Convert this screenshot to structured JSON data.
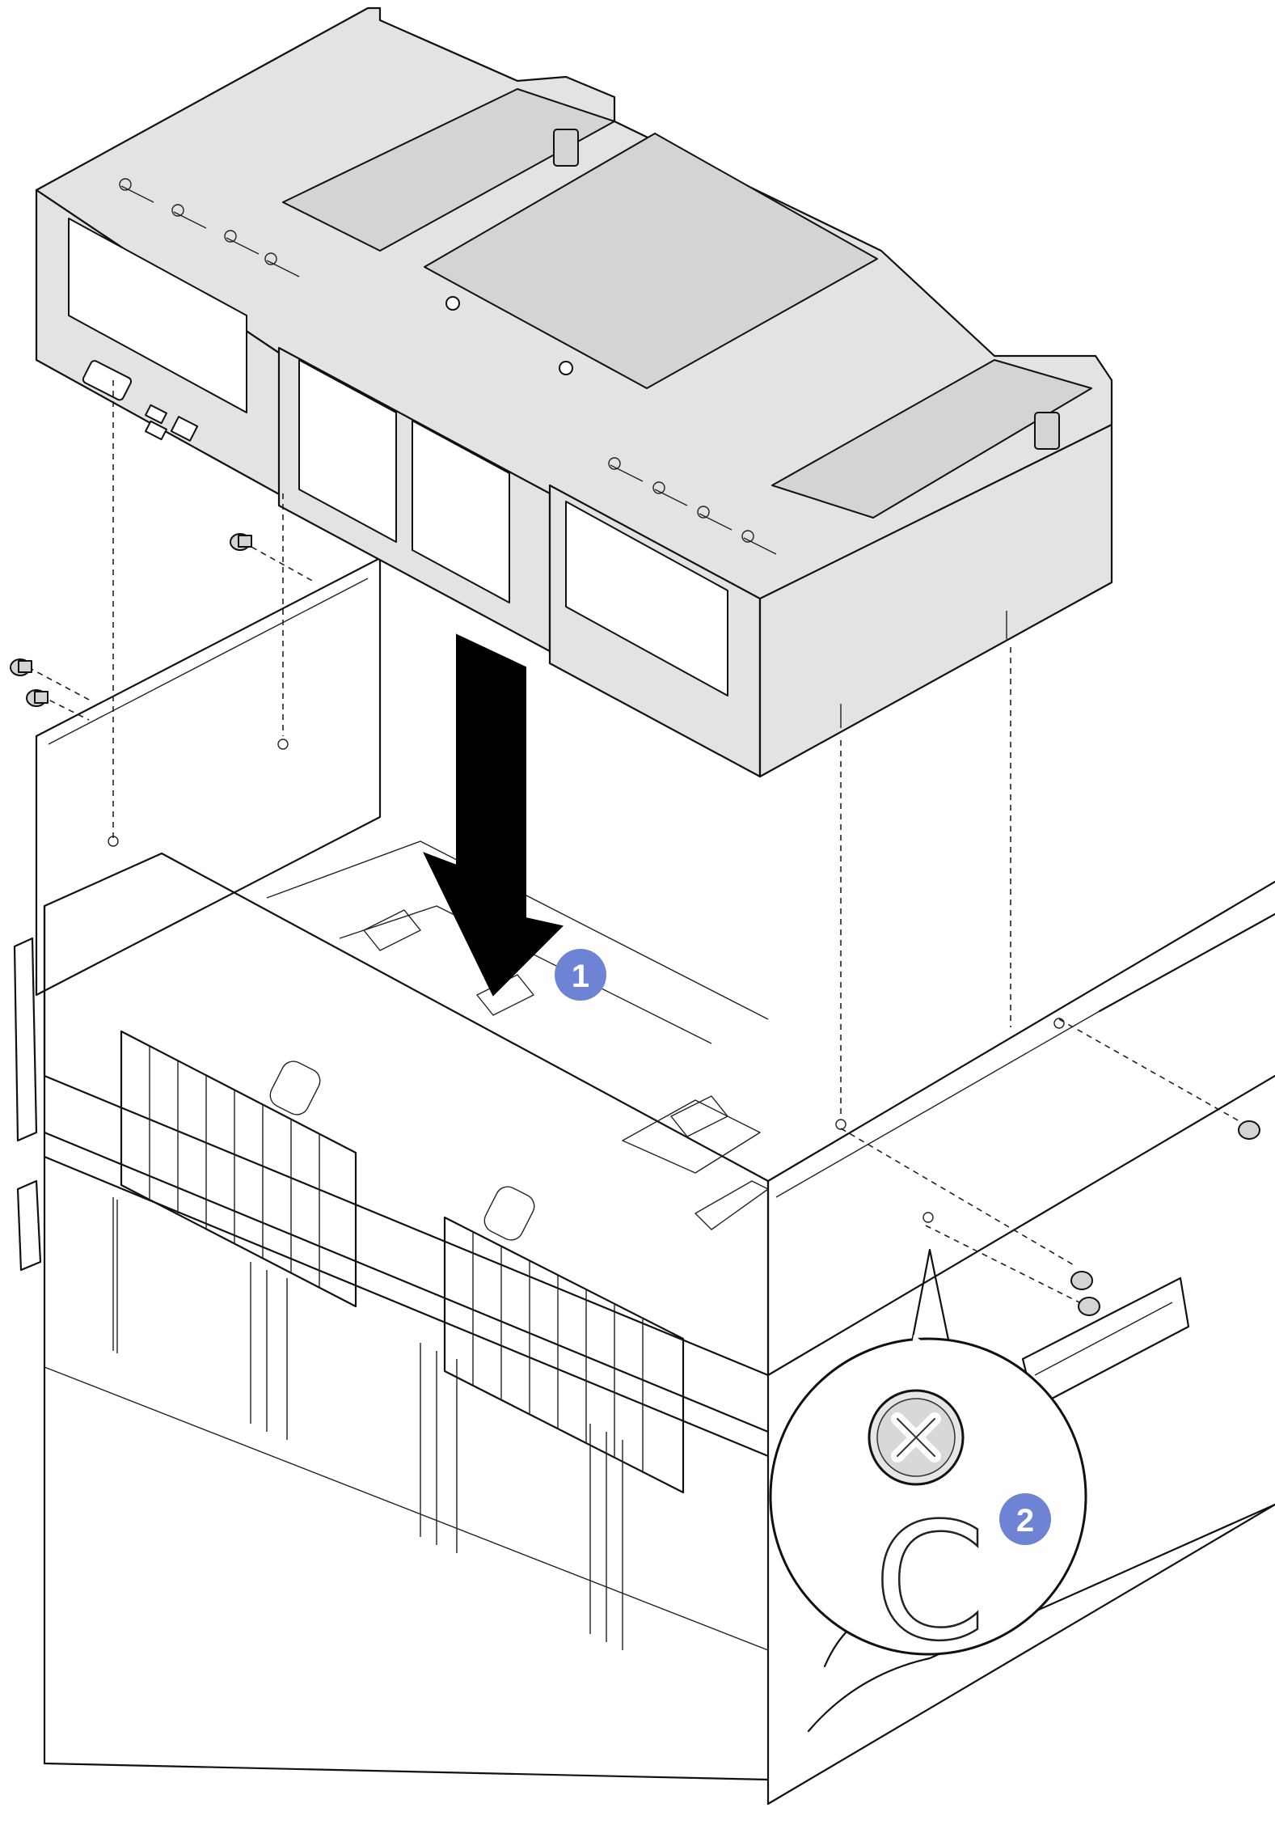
{
  "callouts": [
    {
      "number": "1",
      "color": "#6f83d4"
    },
    {
      "number": "2",
      "color": "#6f83d4"
    }
  ],
  "zoom_glyph": "C",
  "colors": {
    "line": "#111111",
    "fill_grey": "#e3e3e3",
    "arrow": "#000000",
    "callout": "#6f83d4",
    "background": "#ffffff"
  },
  "icons": [
    "downward-arrow-icon",
    "screw-icon",
    "phillips-screw-head-icon"
  ]
}
